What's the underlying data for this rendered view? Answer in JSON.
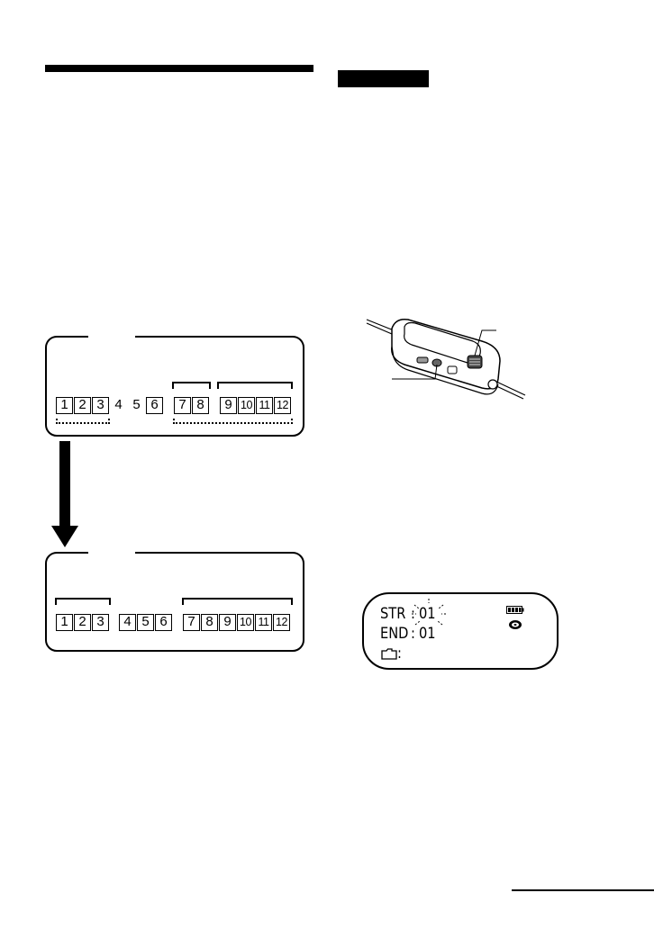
{
  "group_diagram": {
    "before": {
      "track_numbers": [
        "1",
        "2",
        "3",
        "4",
        "5",
        "6",
        "7",
        "8",
        "9",
        "10",
        "11",
        "12"
      ]
    },
    "after": {
      "track_numbers": [
        "1",
        "2",
        "3",
        "4",
        "5",
        "6",
        "7",
        "8",
        "9",
        "10",
        "11",
        "12"
      ]
    }
  },
  "lcd_display": {
    "str_label": "STR",
    "str_value": "01",
    "end_label": "END",
    "end_value": "01",
    "folder_value": ":"
  }
}
